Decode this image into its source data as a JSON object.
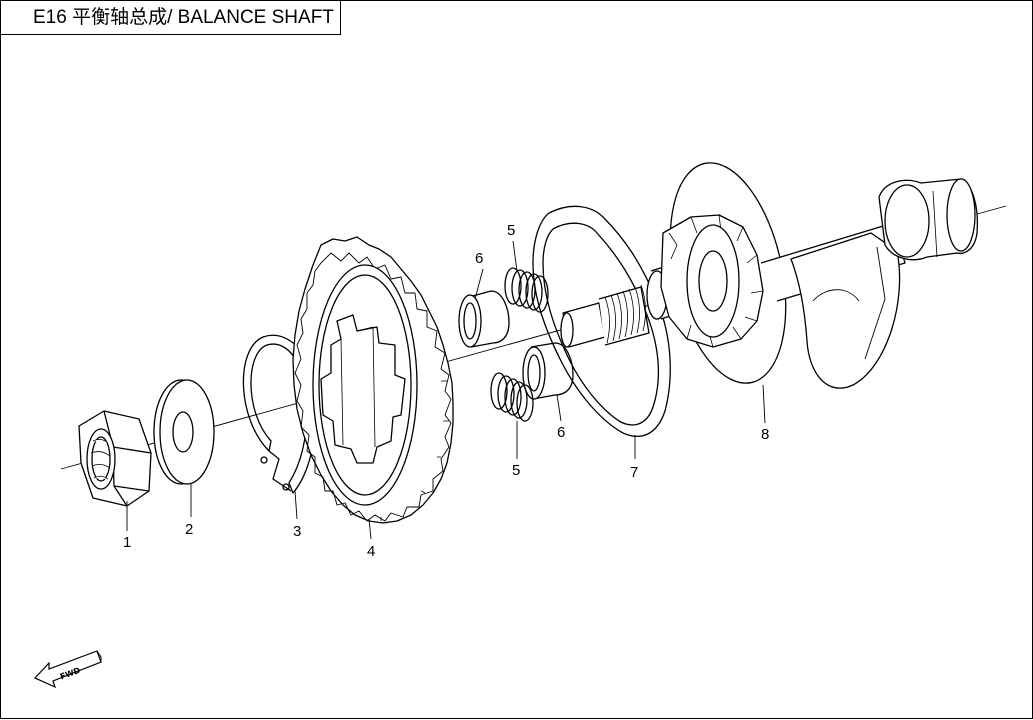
{
  "title": "E16 平衡轴总成/ BALANCE SHAFT",
  "callouts": [
    "1",
    "2",
    "3",
    "4",
    "5",
    "6",
    "5",
    "6",
    "7",
    "8"
  ],
  "fwd_label": "FWD"
}
